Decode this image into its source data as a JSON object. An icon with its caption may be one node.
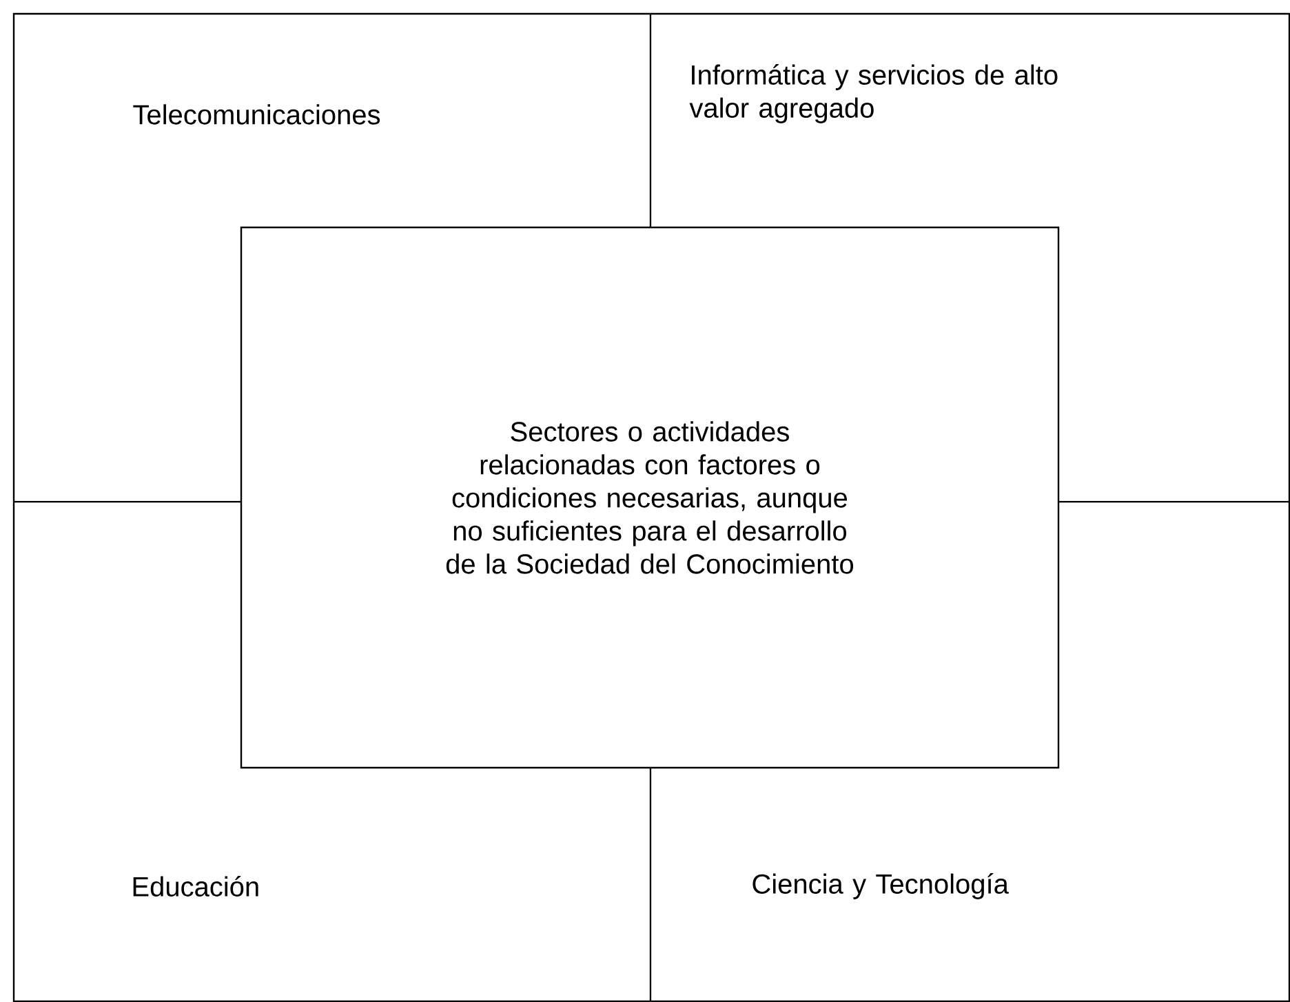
{
  "diagram": {
    "nodes": [
      {
        "text": [
          "Telecomunicaciones"
        ]
      },
      {
        "text": [
          "Informática y servicios de alto valor agregado"
        ]
      },
      {
        "text": [
          "Sectores o actividades relacionadas con factores o condiciones necesarias, aunque no suficientes para el desarrollo de la Sociedad del Conocimiento"
        ]
      },
      {
        "text": [
          "Educación"
        ]
      },
      {
        "text": [
          "Ciencia y Tecnología"
        ]
      }
    ]
  }
}
